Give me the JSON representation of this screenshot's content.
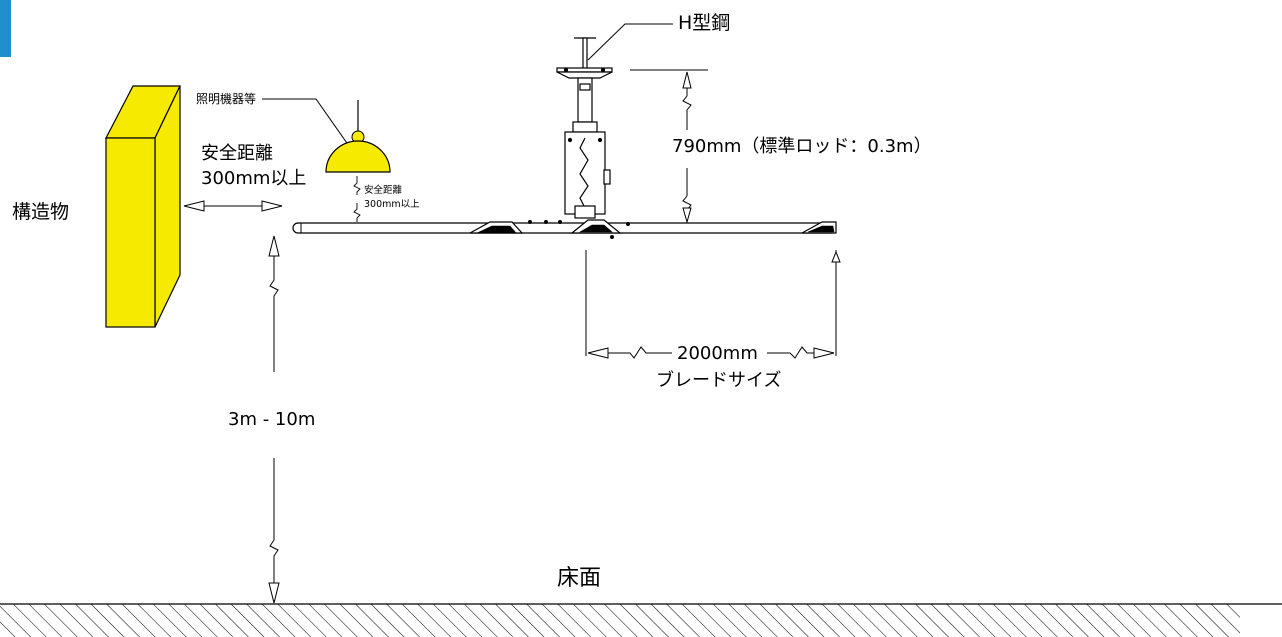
{
  "labels": {
    "structure": "構造物",
    "safety_distance_line1": "安全距離",
    "safety_distance_line2": "300mm以上",
    "lighting": "照明機器等",
    "small_safety_line1": "安全距離",
    "small_safety_line2": "300mm以上",
    "h_beam": "H型鋼",
    "rod_height": "790mm（標準ロッド：0.3m）",
    "blade_length": "2000mm",
    "blade_size": "ブレードサイズ",
    "mount_height": "3m - 10m",
    "floor": "床面"
  },
  "colors": {
    "structure_fill": "#f5ea00",
    "lamp_fill": "#f5ea00",
    "accent": "#1f8fd0",
    "line": "#000000"
  }
}
